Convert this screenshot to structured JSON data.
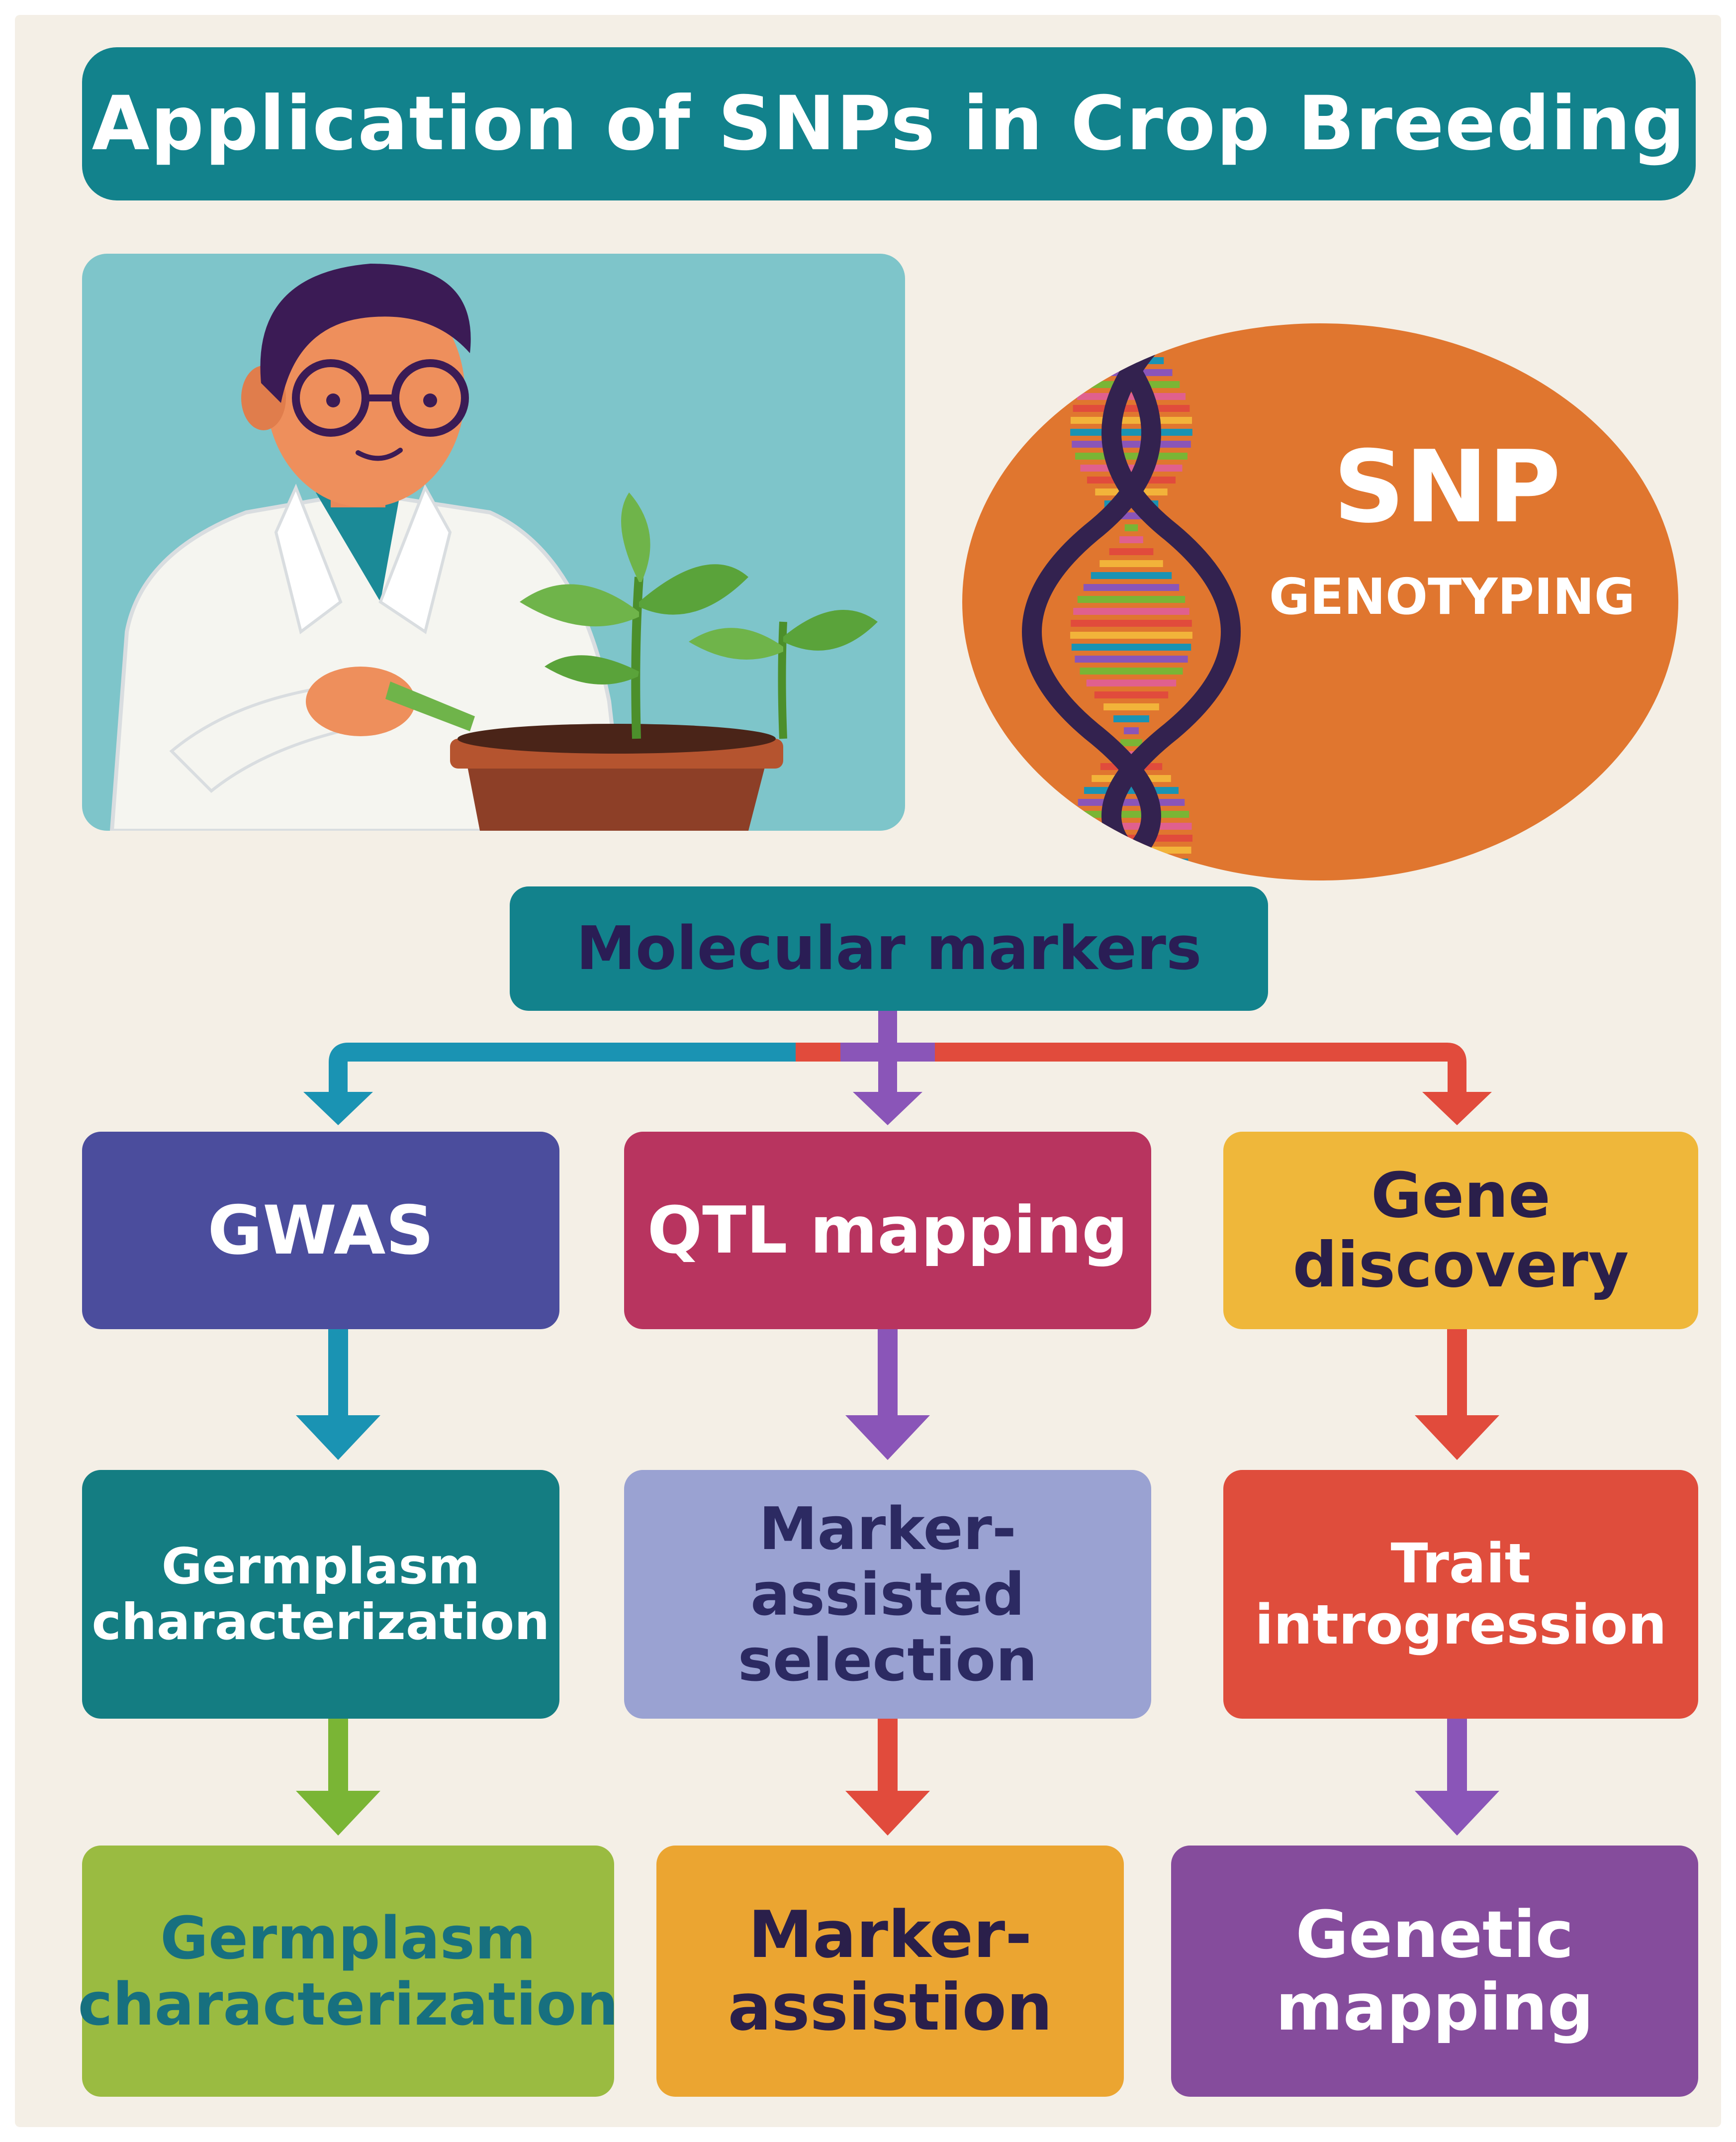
{
  "title": "Application of SNPs in Crop Breeding",
  "icons": {
    "scientist": "scientist-illustration",
    "dna": "dna-double-helix-icon"
  },
  "snp_badge": {
    "heading": "SNP",
    "subheading": "GENOTYPING"
  },
  "root": {
    "label": "Molecular markers"
  },
  "colors": {
    "background": "#f4efe6",
    "title_bg": "#12828c",
    "snp_circle": "#e0762f",
    "arrow_teal": "#1a93b3",
    "arrow_purple": "#8a55b8",
    "arrow_red": "#e14b3c",
    "arrow_green": "#7ab535"
  },
  "columns": [
    {
      "level1": {
        "label": "GWAS",
        "bg": "#4b4d9d",
        "fg": "#ffffff"
      },
      "level2": {
        "label": "Germplasm characterization",
        "bg": "#147d82",
        "fg": "#ffffff"
      },
      "level3": {
        "label": "Germplasm characterization",
        "bg": "#9abb41",
        "fg": "#17707f"
      }
    },
    {
      "level1": {
        "label": "QTL mapping",
        "bg": "#b8345f",
        "fg": "#ffffff"
      },
      "level2": {
        "label": "Marker-assisted selection",
        "bg": "#9aa2d2",
        "fg": "#2c2a62"
      },
      "level3": {
        "label": "Marker-assistion",
        "bg": "#eba531",
        "fg": "#2a1f4a"
      }
    },
    {
      "level1": {
        "label": "Gene discovery",
        "bg": "#efb73a",
        "fg": "#2a1f4a"
      },
      "level2": {
        "label": "Trait introgression",
        "bg": "#df4d3c",
        "fg": "#ffffff"
      },
      "level3": {
        "label": "Genetic mapping",
        "bg": "#854c9c",
        "fg": "#ffffff"
      }
    }
  ]
}
